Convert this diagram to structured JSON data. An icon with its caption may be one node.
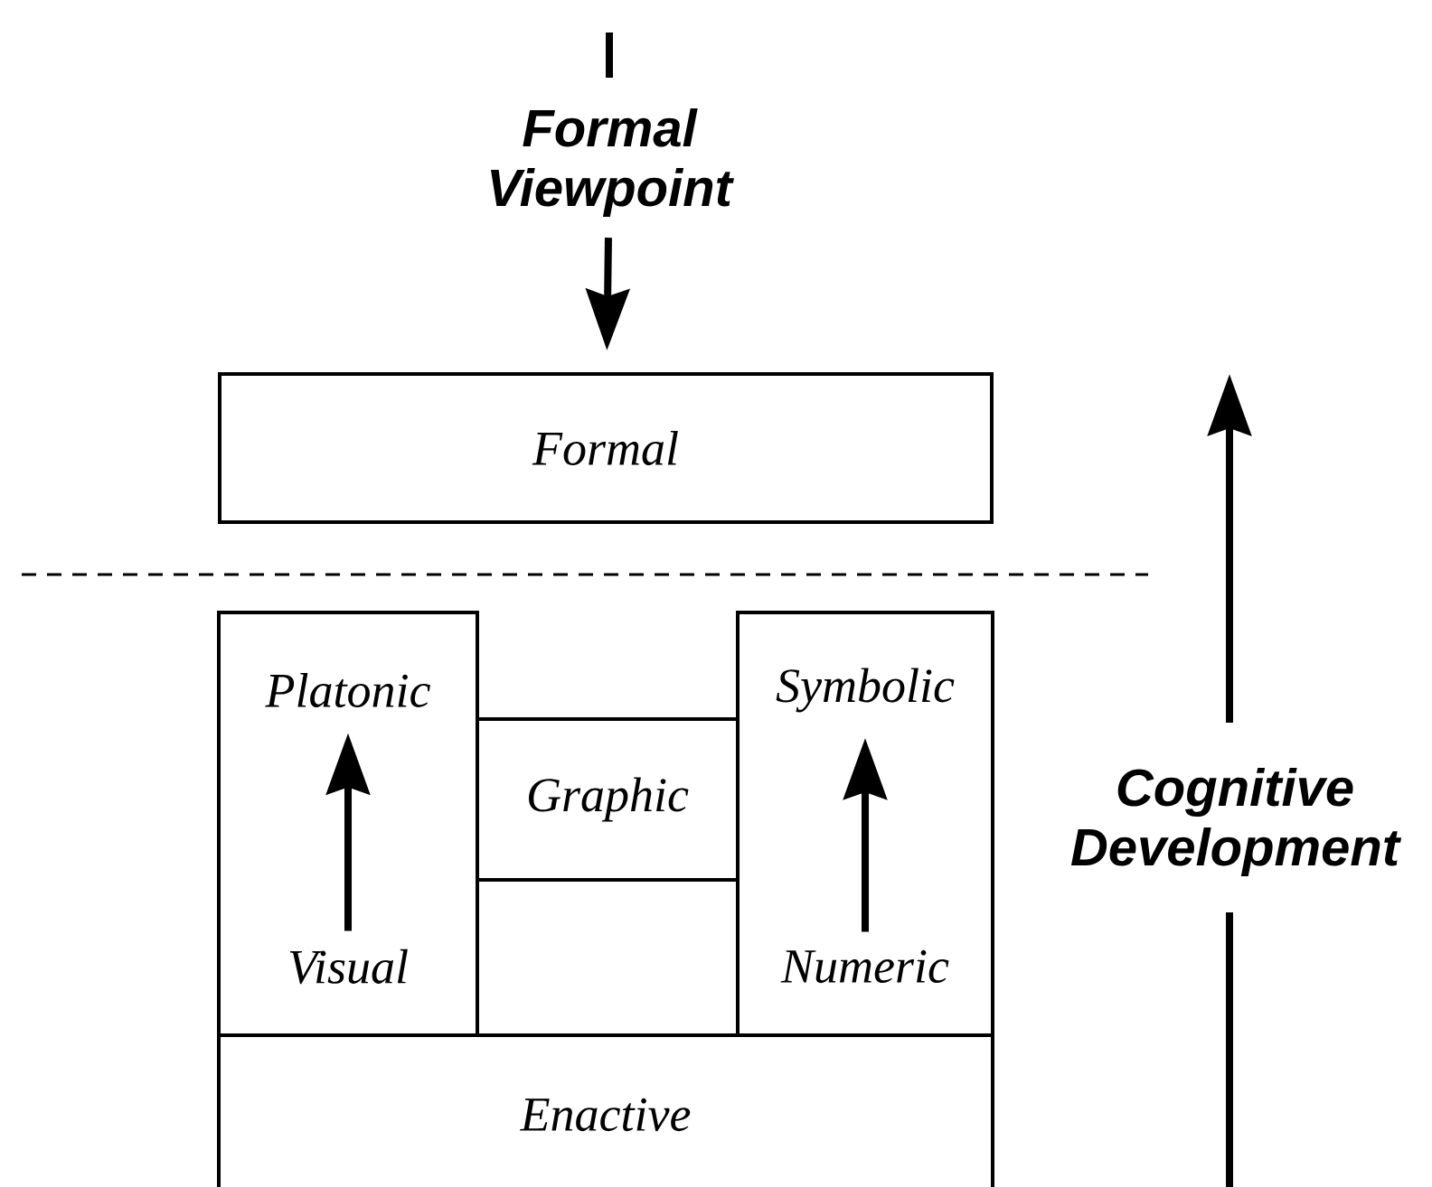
{
  "diagram": {
    "nodes": [
      {
        "text": [
          "Formal Viewpoint"
        ]
      },
      {
        "text": [
          "Formal"
        ]
      },
      {
        "text": [],
        "shape": "box"
      },
      {
        "text": [
          "Platonic"
        ],
        "in": 2
      },
      {
        "text": [
          "Visual"
        ],
        "in": 2
      },
      {
        "text": [
          "Graphic"
        ]
      },
      {
        "text": [],
        "shape": "box"
      },
      {
        "text": [
          "Symbolic"
        ],
        "in": 6
      },
      {
        "text": [
          "Numeric"
        ],
        "in": 6
      },
      {
        "text": [
          "Enactive"
        ]
      }
    ],
    "edges": [
      {
        "from": 0,
        "to": 1,
        "arrow": "to"
      },
      {
        "from": 4,
        "to": 3,
        "arrow": "to"
      },
      {
        "from": 8,
        "to": 7,
        "arrow": "to"
      }
    ],
    "labels": [
      "Cognitive Development"
    ]
  }
}
